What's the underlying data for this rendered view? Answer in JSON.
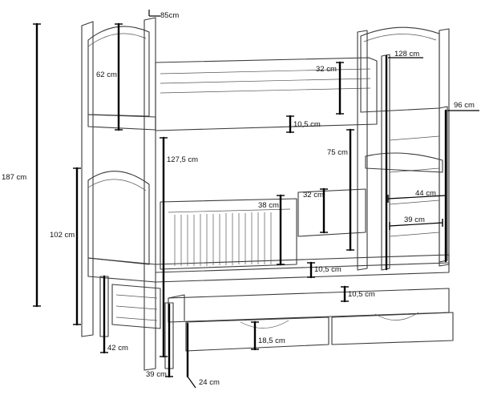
{
  "dimensions": [
    {
      "id": "total-height",
      "text": "187 cm"
    },
    {
      "id": "lower-bed-height",
      "text": "102 cm"
    },
    {
      "id": "headboard-top",
      "text": "62 cm"
    },
    {
      "id": "post-width",
      "text": "85cm"
    },
    {
      "id": "upper-bed-length",
      "text": "128 cm"
    },
    {
      "id": "ladder-depth",
      "text": "96 cm"
    },
    {
      "id": "upper-rail-height",
      "text": "32 cm"
    },
    {
      "id": "upper-slat-gap",
      "text": "10,5 cm"
    },
    {
      "id": "between-beds",
      "text": "127,5 cm"
    },
    {
      "id": "rail-depth",
      "text": "75 cm"
    },
    {
      "id": "lower-rail-height",
      "text": "32 cm"
    },
    {
      "id": "guard-height",
      "text": "38 cm"
    },
    {
      "id": "ladder-step-width",
      "text": "44 cm"
    },
    {
      "id": "ladder-inner-width",
      "text": "39 cm"
    },
    {
      "id": "lower-slat-gap",
      "text": "10,5 cm"
    },
    {
      "id": "drawer-gap",
      "text": "10,5 cm"
    },
    {
      "id": "drawer-height",
      "text": "18,5 cm"
    },
    {
      "id": "leg-height",
      "text": "42 cm"
    },
    {
      "id": "floor-clearance",
      "text": "39 cm"
    },
    {
      "id": "drawer-depth",
      "text": "24 cm"
    }
  ]
}
